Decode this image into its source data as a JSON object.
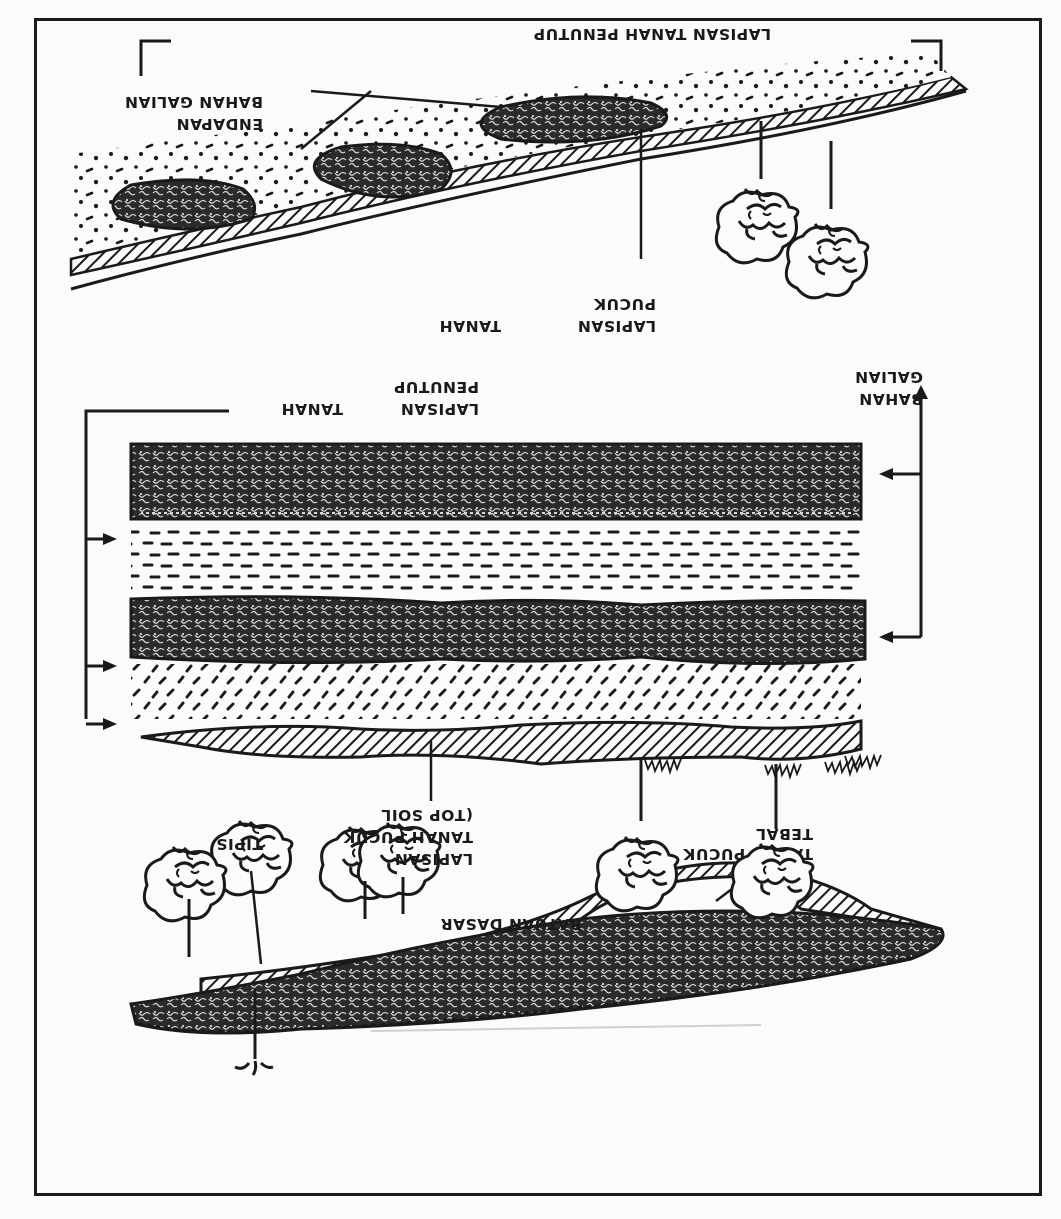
{
  "colors": {
    "ink": "#1a1a1a",
    "paper": "#fbfbfa",
    "ore": "#2b2b2b"
  },
  "diagram": {
    "panel_a": {
      "label_thick_topsoil": [
        "TANAH PUCUK",
        "TEBAL"
      ],
      "label_thin": "TIPIS",
      "label_bedrock": "BATUAN DASAR"
    },
    "panel_b": {
      "label_topsoil": [
        "LAPISAN",
        "TANAH PUCUK",
        "(TOP SOIL"
      ],
      "label_overburden": [
        "LAPISAN",
        "PENUTUP"
      ],
      "label_overburden_word2": "TANAH",
      "label_mineral": [
        "BAHAN",
        "GALIAN"
      ]
    },
    "panel_c": {
      "label_topsoil": [
        "LAPISAN",
        "PUCUK"
      ],
      "label_topsoil_word2": "TANAH",
      "label_deposit": [
        "ENDAPAN",
        "BAHAN GALIAN"
      ],
      "label_overburden": "LAPISAN TANAH PENUTUP"
    }
  }
}
